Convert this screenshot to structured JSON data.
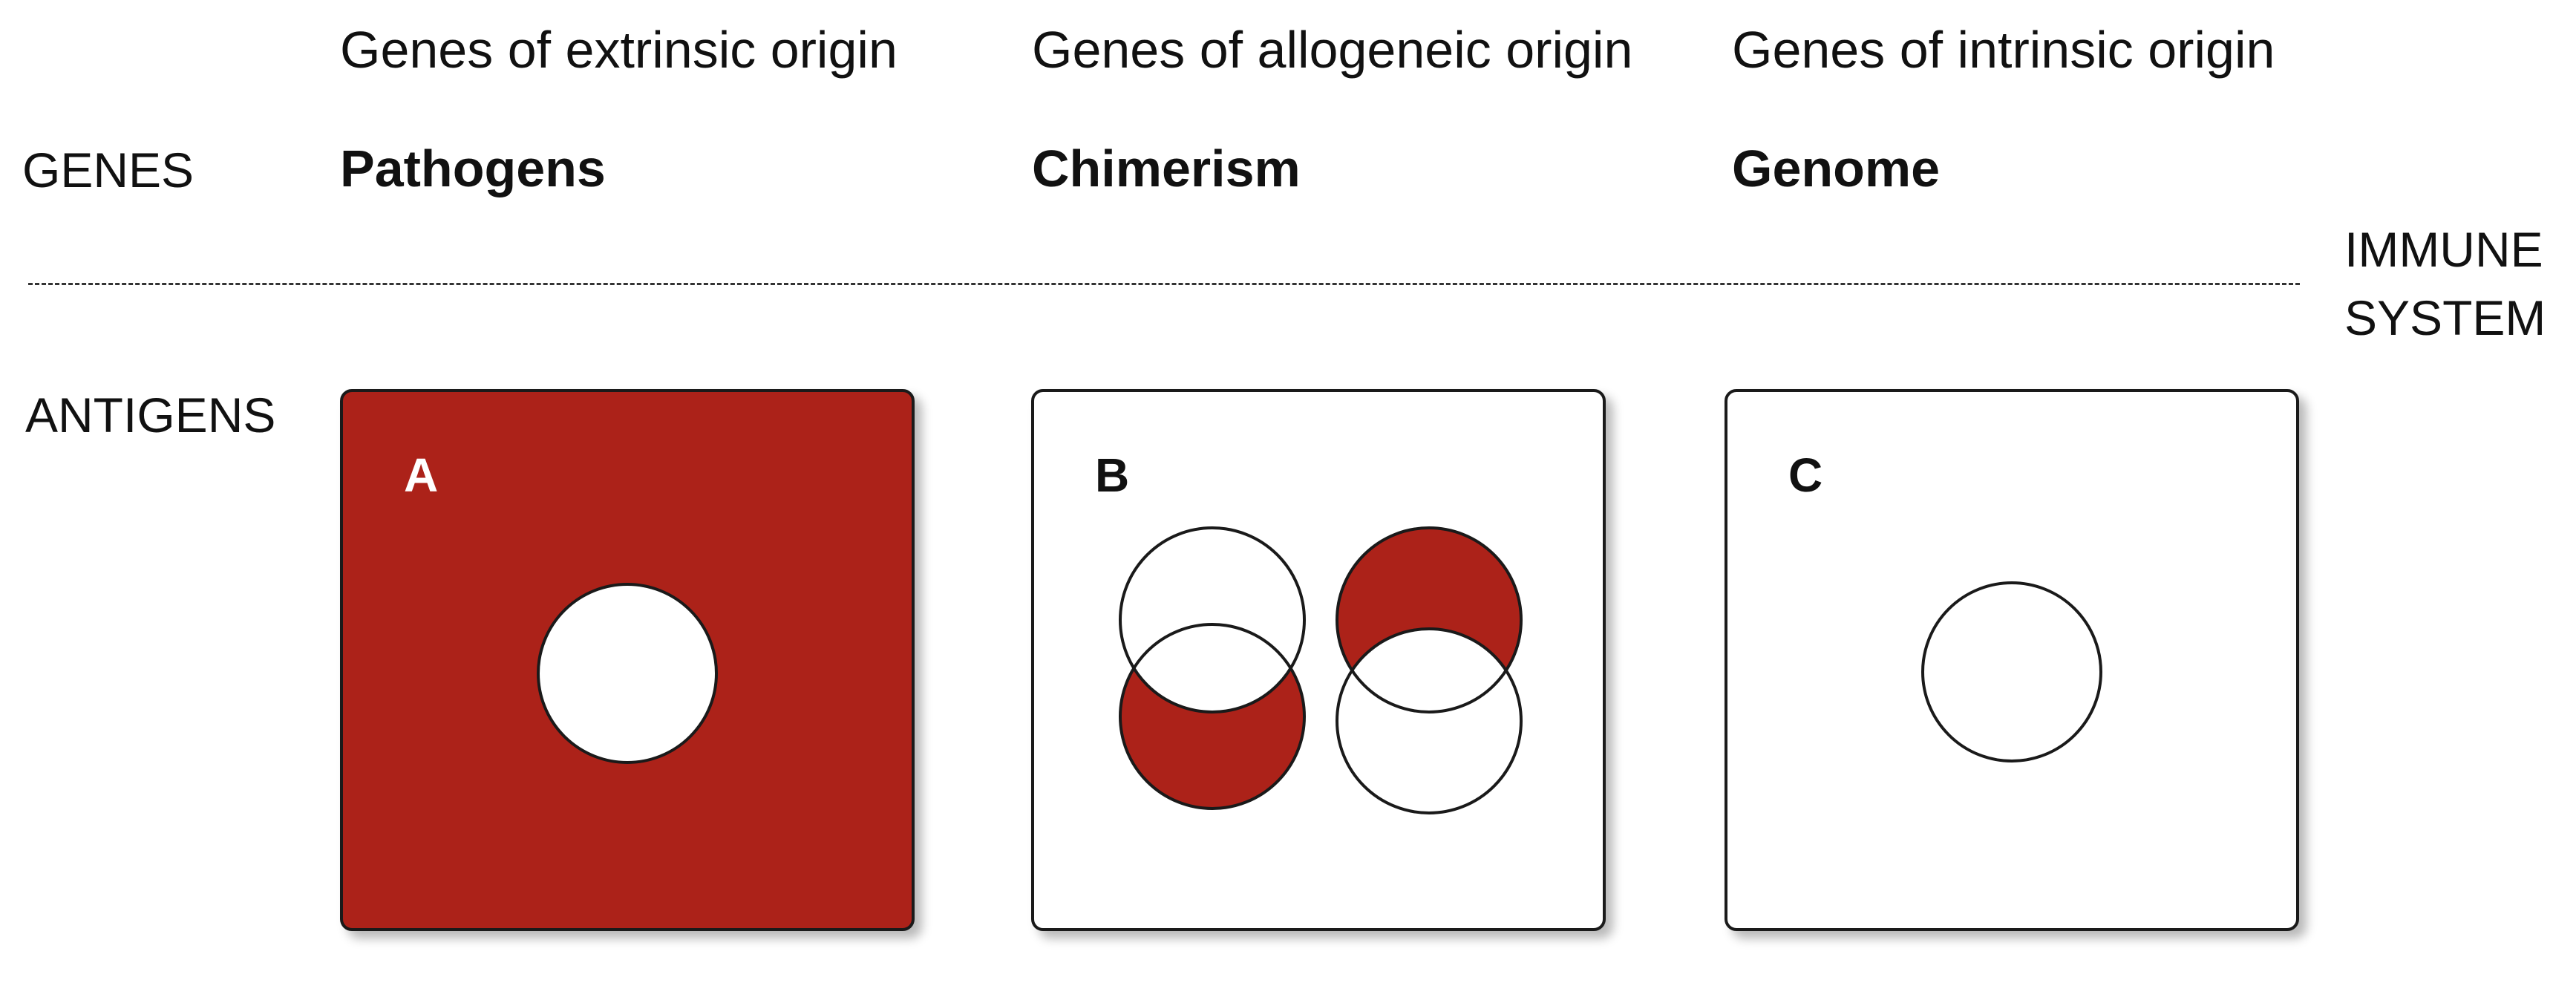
{
  "rows": {
    "genes_label": "GENES",
    "antigens_label": "ANTIGENS",
    "immune_system_label": "IMMUNE\nSYSTEM"
  },
  "columns": [
    {
      "origin": "Genes of extrinsic origin",
      "group": "Pathogens",
      "panel_letter": "A",
      "panel_fill": "#ac2219",
      "circle_fill": "#ffffff"
    },
    {
      "origin": "Genes of allogeneic origin",
      "group": "Chimerism",
      "panel_letter": "B",
      "panel_fill": "#ffffff",
      "circle_fill": "#ac2219"
    },
    {
      "origin": "Genes of intrinsic origin",
      "group": "Genome",
      "panel_letter": "C",
      "panel_fill": "#ffffff",
      "circle_fill": "#ffffff"
    }
  ],
  "colors": {
    "accent_red": "#ac2219",
    "outline": "#1a1a1a"
  }
}
